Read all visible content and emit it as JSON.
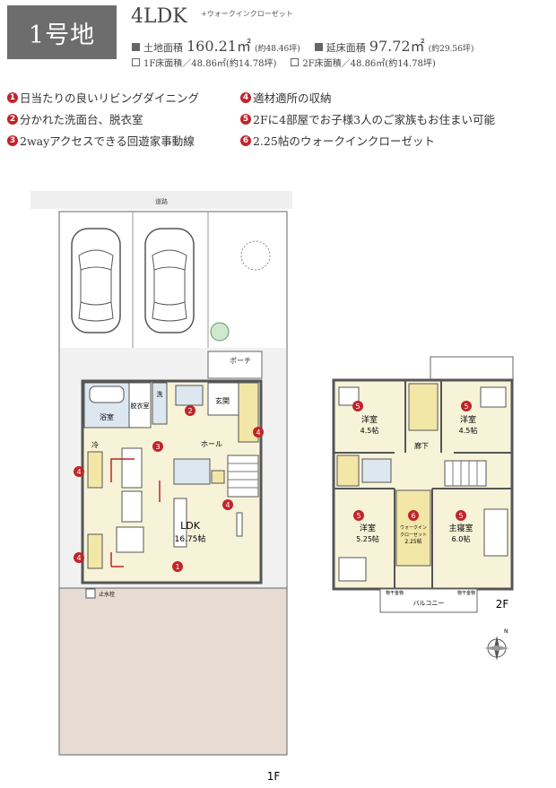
{
  "header": {
    "lot_label": "1号地",
    "plan_type": "4LDK",
    "plan_sub": "+ウォークインクローゼット",
    "land_area_label": "土地面積",
    "land_area_value": "160.21㎡",
    "land_area_tsubo": "(約48.46坪)",
    "floor_area_label": "延床面積",
    "floor_area_value": "97.72㎡",
    "floor_area_tsubo": "(約29.56坪)",
    "f1_area": "1F床面積／48.86㎡(約14.78坪)",
    "f2_area": "2F床面積／48.86㎡(約14.78坪)"
  },
  "features": [
    {
      "num": "1",
      "text": "日当たりの良いリビングダイニング"
    },
    {
      "num": "2",
      "text": "分かれた洗面台、脱衣室"
    },
    {
      "num": "3",
      "text": "2wayアクセスできる回遊家事動線"
    },
    {
      "num": "4",
      "text": "適材適所の収納"
    },
    {
      "num": "5",
      "text": "2Fに4部屋でお子様3人のご家族もお住まい可能"
    },
    {
      "num": "6",
      "text": "2.25帖のウォークインクローゼット"
    }
  ],
  "plan1f": {
    "road": "道路",
    "porch": "ポーチ",
    "bath": "浴室",
    "dressing": "脱衣室",
    "wash": "洗",
    "entrance": "玄関",
    "hall": "ホール",
    "fridge": "冷",
    "ldk": "LDK",
    "ldk_size": "16.75帖",
    "water": "止水栓",
    "floor_label": "1F"
  },
  "plan2f": {
    "room_a": "洋室",
    "room_a_size": "4.5帖",
    "room_b": "洋室",
    "room_b_size": "4.5帖",
    "room_c": "洋室",
    "room_c_size": "5.25帖",
    "master": "主寝室",
    "master_size": "6.0帖",
    "wic": "ウォークイン",
    "wic2": "クローゼット",
    "wic_size": "2.25帖",
    "corridor": "廊下",
    "balcony": "バルコニー",
    "storage1": "物干金物",
    "storage2": "物干金物",
    "floor_label": "2F",
    "compass": "N"
  },
  "colors": {
    "accent": "#c0242a",
    "storage": "#f3e7a8",
    "floor": "#f7f3d9",
    "outdoor": "#e7dcd4"
  }
}
